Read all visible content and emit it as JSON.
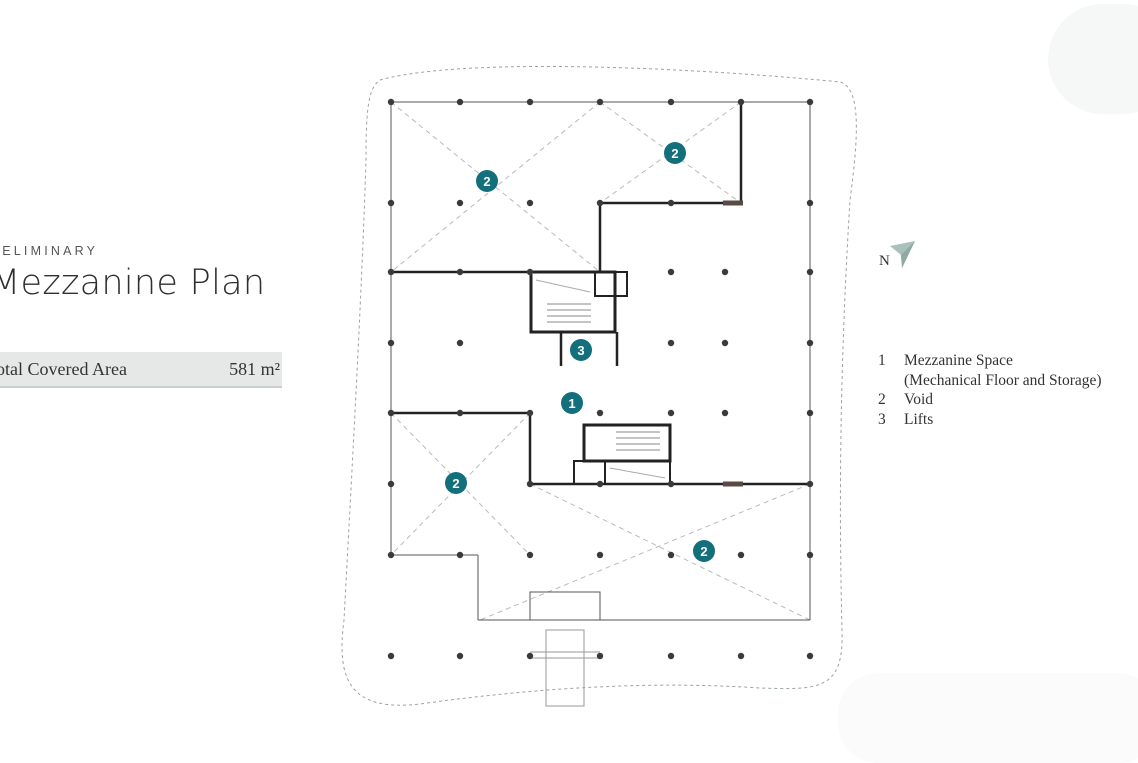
{
  "header": {
    "eyebrow": "RELIMINARY",
    "title": "Mezzanine Plan"
  },
  "area": {
    "label": "otal Covered Area",
    "value": "581 m²"
  },
  "compass": {
    "label": "N",
    "icon": "north-arrow-icon"
  },
  "plan": {
    "markers": [
      {
        "id": "m-void-nw",
        "label": "2"
      },
      {
        "id": "m-void-ne",
        "label": "2"
      },
      {
        "id": "m-lifts",
        "label": "3"
      },
      {
        "id": "m-mezz",
        "label": "1"
      },
      {
        "id": "m-void-sw",
        "label": "2"
      },
      {
        "id": "m-void-se",
        "label": "2"
      }
    ],
    "marker_color": "#136f7c"
  },
  "legend": {
    "items": [
      {
        "num": "1",
        "text": "Mezzanine Space",
        "sub": "(Mechanical Floor and Storage)"
      },
      {
        "num": "2",
        "text": "Void",
        "sub": ""
      },
      {
        "num": "3",
        "text": "Lifts",
        "sub": ""
      }
    ]
  }
}
